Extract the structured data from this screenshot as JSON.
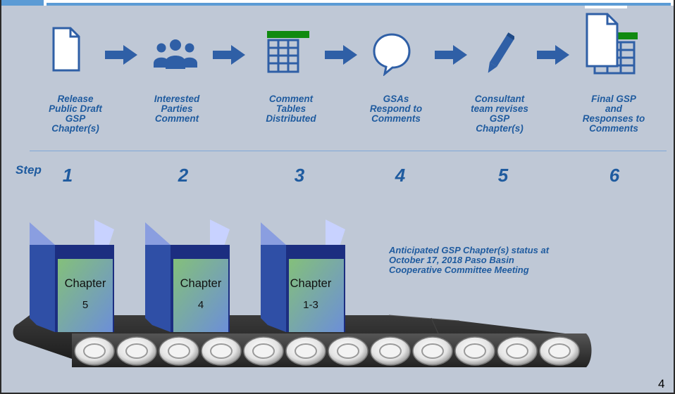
{
  "steps": [
    {
      "icon": "document-icon",
      "label_lines": [
        "Release",
        "Public Draft",
        "GSP",
        "Chapter(s)"
      ],
      "number": "1"
    },
    {
      "icon": "people-icon",
      "label_lines": [
        "Interested",
        "Parties",
        "Comment"
      ],
      "number": "2"
    },
    {
      "icon": "table-icon",
      "label_lines": [
        "Comment",
        "Tables",
        "Distributed"
      ],
      "number": "3"
    },
    {
      "icon": "speech-bubble-icon",
      "label_lines": [
        "GSAs",
        "Respond to",
        "Comments"
      ],
      "number": "4"
    },
    {
      "icon": "pencil-icon",
      "label_lines": [
        "Consultant",
        "team revises",
        "GSP",
        "Chapter(s)"
      ],
      "number": "5"
    },
    {
      "icon": "document-table-icon",
      "label_lines": [
        "Final GSP",
        "and",
        "Responses to",
        "Comments"
      ],
      "number": "6"
    }
  ],
  "step_word": "Step",
  "boxes": [
    {
      "title": "Chapter",
      "sub": "5"
    },
    {
      "title": "Chapter",
      "sub": "4"
    },
    {
      "title": "Chapter",
      "sub": "1-3"
    }
  ],
  "status_lines": [
    "Anticipated GSP Chapter(s) status at",
    "October 17, 2018 Paso Basin",
    "Cooperative Committee Meeting"
  ],
  "page_number": "4",
  "colors": {
    "accent": "#1f5b9f",
    "icon_blue": "#2f5fa6",
    "green": "#108a10",
    "background": "#bfc8d6"
  }
}
